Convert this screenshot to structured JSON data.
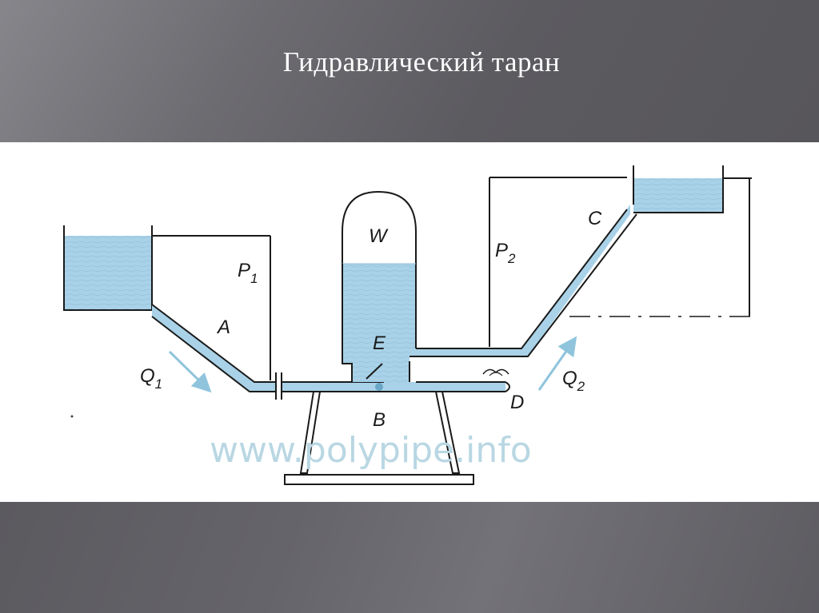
{
  "slide": {
    "title": "Гидравлический таран"
  },
  "diagram": {
    "labels": {
      "w": "W",
      "p1": "P",
      "p1_sub": "1",
      "a": "A",
      "q1": "Q",
      "q1_sub": "1",
      "e": "E",
      "b": "B",
      "d": "D",
      "q2": "Q",
      "q2_sub": "2",
      "p2": "P",
      "p2_sub": "2",
      "c": "C"
    },
    "watermark": "www.polypipe.info",
    "colors": {
      "water": "#a9d2e8",
      "arrow": "#8fc4dc",
      "line": "#1a1a1a"
    }
  }
}
